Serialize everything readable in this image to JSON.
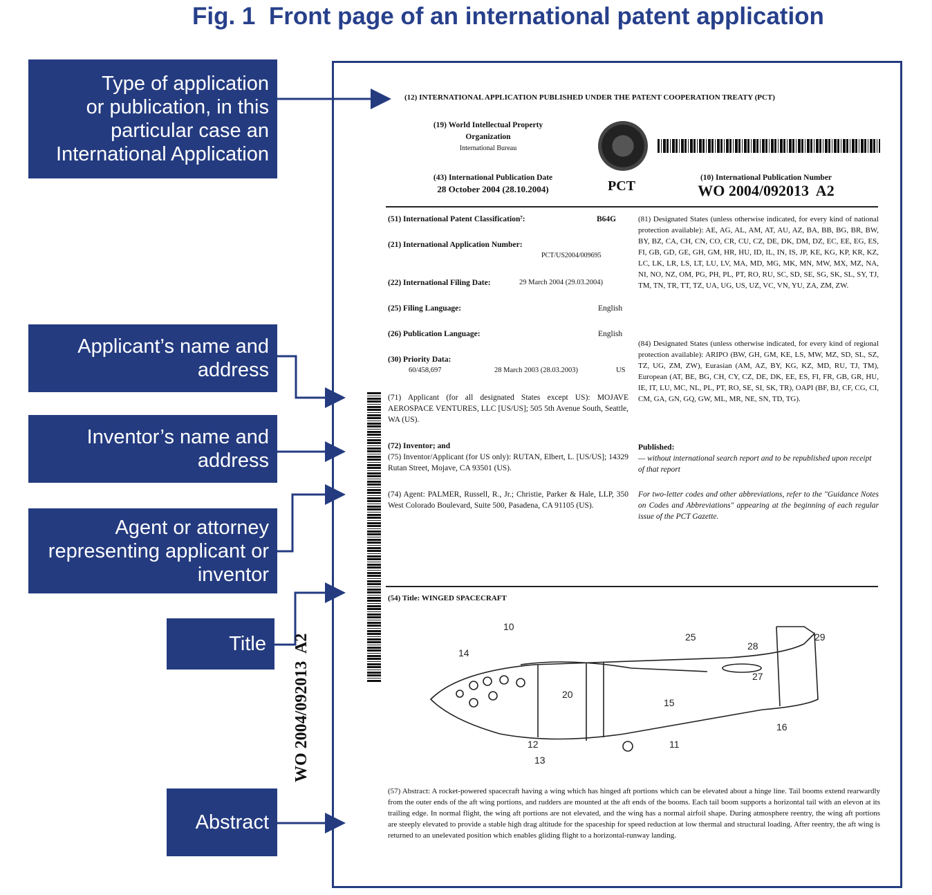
{
  "figure_title": "Fig. 1  Front page of an international patent application",
  "labels": {
    "type": "Type of application\nor publication, in this\nparticular case an\nInternational Application",
    "applicant": "Applicant’s name and\naddress",
    "inventor": "Inventor’s name and\naddress",
    "agent": "Agent or attorney\nrepresenting applicant or\ninventor",
    "title": "Title",
    "abstract": "Abstract"
  },
  "patent": {
    "header": "(12) INTERNATIONAL APPLICATION PUBLISHED UNDER THE PATENT COOPERATION TREATY (PCT)",
    "org": "(19) World Intellectual Property",
    "org2": "Organization",
    "bureau": "International Bureau",
    "pub_date_label": "(43) International Publication Date",
    "pub_date": "28 October 2004 (28.10.2004)",
    "pct": "PCT",
    "pub_number_label": "(10) International Publication Number",
    "pub_number": "WO 2004/092013  A2",
    "f51": "(51) International Patent Classification⁷:",
    "f51v": "B64G",
    "f21": "(21) International Application Number:",
    "f21v": "PCT/US2004/009695",
    "f22": "(22) International Filing Date:",
    "f22v": "29 March 2004 (29.03.2004)",
    "f25": "(25) Filing Language:",
    "f25v": "English",
    "f26": "(26) Publication Language:",
    "f26v": "English",
    "f30": "(30) Priority Data:",
    "f30a": "60/458,697",
    "f30b": "28 March 2003 (28.03.2003)",
    "f30c": "US",
    "f71": "(71) Applicant (for all designated States except US): MOJAVE AEROSPACE VENTURES, LLC [US/US]; 505 5th Avenue South, Seattle, WA (US).",
    "f72": "(72) Inventor; and",
    "f75": "(75) Inventor/Applicant (for US only): RUTAN, Elbert, L. [US/US]; 14329 Rutan Street, Mojave, CA 93501 (US).",
    "f74": "(74) Agent: PALMER, Russell, R., Jr.; Christie, Parker & Hale, LLP, 350 West Colorado Boulevard, Suite 500, Pasadena, CA 91105 (US).",
    "f81": "(81) Designated States (unless otherwise indicated, for every kind of national protection available): AE, AG, AL, AM, AT, AU, AZ, BA, BB, BG, BR, BW, BY, BZ, CA, CH, CN, CO, CR, CU, CZ, DE, DK, DM, DZ, EC, EE, EG, ES, FI, GB, GD, GE, GH, GM, HR, HU, ID, IL, IN, IS, JP, KE, KG, KP, KR, KZ, LC, LK, LR, LS, LT, LU, LV, MA, MD, MG, MK, MN, MW, MX, MZ, NA, NI, NO, NZ, OM, PG, PH, PL, PT, RO, RU, SC, SD, SE, SG, SK, SL, SY, TJ, TM, TN, TR, TT, TZ, UA, UG, US, UZ, VC, VN, YU, ZA, ZM, ZW.",
    "f84": "(84) Designated States (unless otherwise indicated, for every kind of regional protection available): ARIPO (BW, GH, GM, KE, LS, MW, MZ, SD, SL, SZ, TZ, UG, ZM, ZW), Eurasian (AM, AZ, BY, KG, KZ, MD, RU, TJ, TM), European (AT, BE, BG, CH, CY, CZ, DE, DK, EE, ES, FI, FR, GB, GR, HU, IE, IT, LU, MC, NL, PL, PT, RO, SE, SI, SK, TR), OAPI (BF, BJ, CF, CG, CI, CM, GA, GN, GQ, GW, ML, MR, NE, SN, TD, TG).",
    "published": "Published:",
    "published_text": "— without international search report and to be republished upon receipt of that report",
    "codes_note": "For two-letter codes and other abbreviations, refer to the \"Guidance Notes on Codes and Abbreviations\" appearing at the beginning of each regular issue of the PCT Gazette.",
    "f54": "(54) Title: WINGED SPACECRAFT",
    "f57": "(57) Abstract: A rocket-powered spacecraft having a wing which has hinged aft portions which can be elevated about a hinge line. Tail booms extend rearwardly from the outer ends of the aft wing portions, and rudders are mounted at the aft ends of the booms. Each tail boom supports a horizontal tail with an elevon at its trailing edge. In normal flight, the wing aft portions are not elevated, and the wing has a normal airfoil shape. During atmosphere reentry, the wing aft portions are steeply elevated to provide a stable high drag altitude for the spaceship for speed reduction at low thermal and structural loading. After reentry, the aft wing is returned to an unelevated position which enables gliding flight to a horizontal-runway landing.",
    "vertical_number": "WO 2004/092013  A2",
    "drawing_refs": [
      "10",
      "14",
      "25",
      "28",
      "29",
      "27",
      "20",
      "15",
      "16",
      "12",
      "13",
      "11"
    ]
  }
}
